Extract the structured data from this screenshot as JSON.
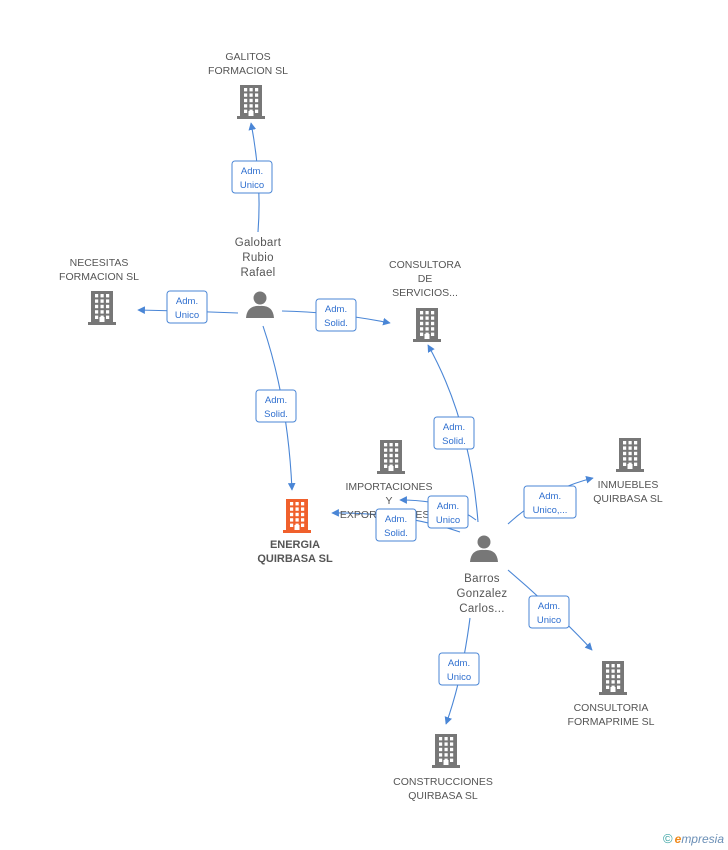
{
  "companies": [
    {
      "id": "galitos",
      "lines": [
        "GALITOS",
        "FORMACION SL"
      ],
      "main": false
    },
    {
      "id": "necesitas",
      "lines": [
        "NECESITAS",
        "FORMACION SL"
      ],
      "main": false
    },
    {
      "id": "consultora-servicios",
      "lines": [
        "CONSULTORA",
        "DE",
        "SERVICIOS..."
      ],
      "main": false
    },
    {
      "id": "importaciones",
      "lines": [
        "IMPORTACIONES",
        "Y",
        "EXPORTACIONES..."
      ],
      "main": false
    },
    {
      "id": "energia",
      "lines": [
        "ENERGIA",
        "QUIRBASA SL"
      ],
      "main": true
    },
    {
      "id": "inmuebles",
      "lines": [
        "INMUEBLES",
        "QUIRBASA SL"
      ],
      "main": false
    },
    {
      "id": "consultoria-formaprime",
      "lines": [
        "CONSULTORIA",
        "FORMAPRIME SL"
      ],
      "main": false
    },
    {
      "id": "construcciones",
      "lines": [
        "CONSTRUCCIONES",
        "QUIRBASA SL"
      ],
      "main": false
    }
  ],
  "persons": [
    {
      "id": "galobart",
      "lines": [
        "Galobart",
        "Rubio",
        "Rafael"
      ]
    },
    {
      "id": "barros",
      "lines": [
        "Barros",
        "Gonzalez",
        "Carlos..."
      ]
    }
  ],
  "edges": [
    {
      "id": "galobart-galitos",
      "label": [
        "Adm.",
        "Unico"
      ]
    },
    {
      "id": "galobart-necesitas",
      "label": [
        "Adm.",
        "Unico"
      ]
    },
    {
      "id": "galobart-consultora",
      "label": [
        "Adm.",
        "Solid."
      ]
    },
    {
      "id": "galobart-energia",
      "label": [
        "Adm.",
        "Solid."
      ]
    },
    {
      "id": "barros-consultora",
      "label": [
        "Adm.",
        "Solid."
      ]
    },
    {
      "id": "barros-importaciones",
      "label": [
        "Adm.",
        "Unico"
      ]
    },
    {
      "id": "barros-energia",
      "label": [
        "Adm.",
        "Solid."
      ]
    },
    {
      "id": "barros-inmuebles",
      "label": [
        "Adm.",
        "Unico,..."
      ]
    },
    {
      "id": "barros-formaprime",
      "label": [
        "Adm.",
        "Unico"
      ]
    },
    {
      "id": "barros-construcciones",
      "label": [
        "Adm.",
        "Unico"
      ]
    }
  ],
  "colors": {
    "edge": "#4a86d6",
    "building": "#777777",
    "main_building": "#f0602c",
    "label": "#555555"
  },
  "icons": {
    "company": "building-icon",
    "person": "person-icon"
  },
  "brand": {
    "copyright": "©",
    "initial": "e",
    "rest": "mpresia"
  }
}
